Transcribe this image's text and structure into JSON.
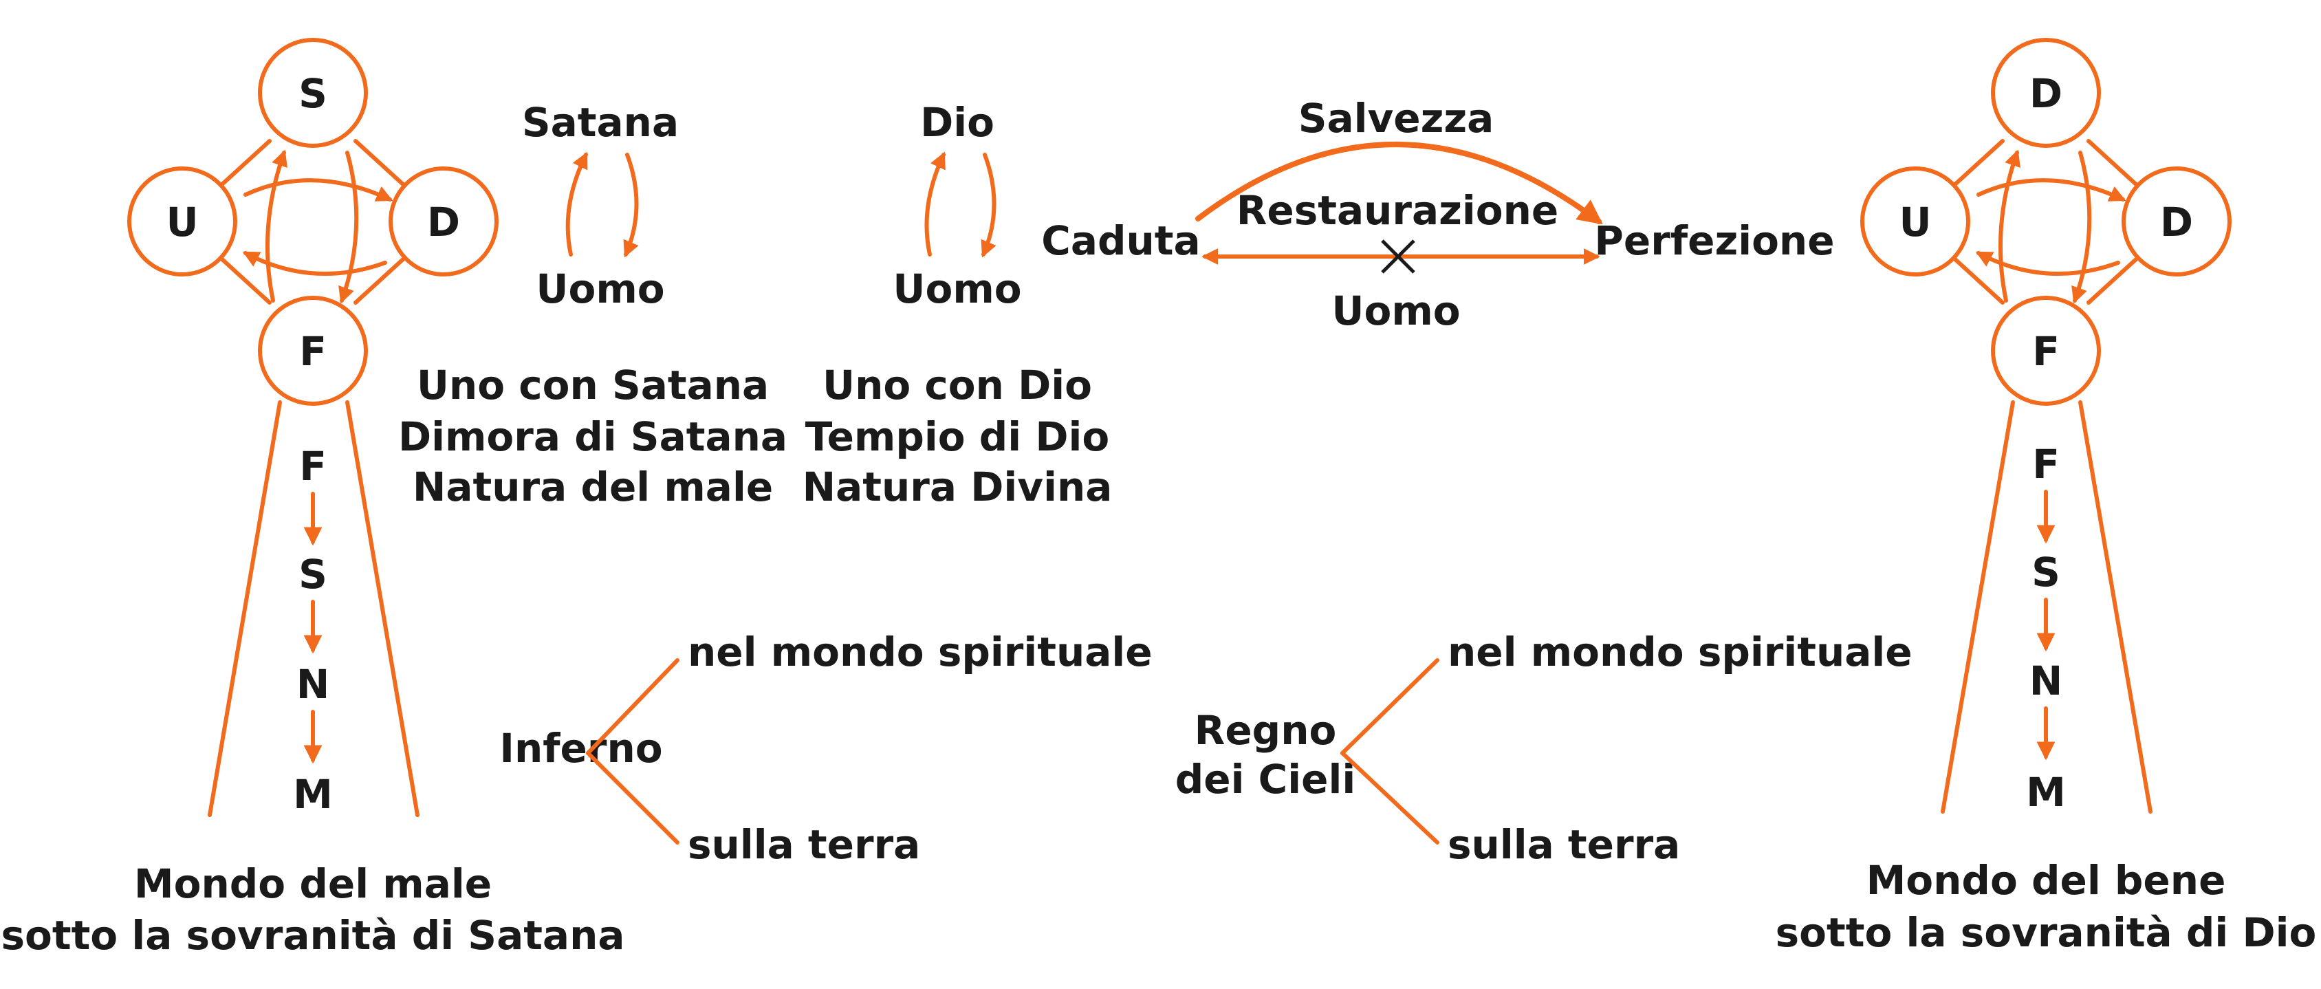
{
  "accent_color": "#f26a1b",
  "text_color": "#1a1a1a",
  "evil_world": {
    "nodes": {
      "top": "S",
      "left": "U",
      "right": "D",
      "bottom": "F"
    },
    "chain": [
      "F",
      "S",
      "N",
      "M"
    ],
    "caption": [
      "Mondo del male",
      "sotto la sovranità di Satana"
    ]
  },
  "good_world": {
    "nodes": {
      "top": "D",
      "left": "U",
      "right": "D",
      "bottom": "F"
    },
    "chain": [
      "F",
      "S",
      "N",
      "M"
    ],
    "caption": [
      "Mondo del bene",
      "sotto la sovranità di Dio"
    ]
  },
  "satan_pair": {
    "top": "Satana",
    "bottom": "Uomo",
    "lines": [
      "Uno con Satana",
      "Dimora di Satana",
      "Natura del male"
    ]
  },
  "god_pair": {
    "top": "Dio",
    "bottom": "Uomo",
    "lines": [
      "Uno con Dio",
      "Tempio di Dio",
      "Natura Divina"
    ]
  },
  "course": {
    "left": "Caduta",
    "right": "Perfezione",
    "arc_label": "Salvezza",
    "line_label": "Restaurazione",
    "below_label": "Uomo"
  },
  "hell": {
    "root": "Inferno",
    "branch_top": "nel mondo spirituale",
    "branch_bottom": "sulla terra"
  },
  "heaven": {
    "root": [
      "Regno",
      "dei Cieli"
    ],
    "branch_top": "nel mondo spirituale",
    "branch_bottom": "sulla terra"
  }
}
